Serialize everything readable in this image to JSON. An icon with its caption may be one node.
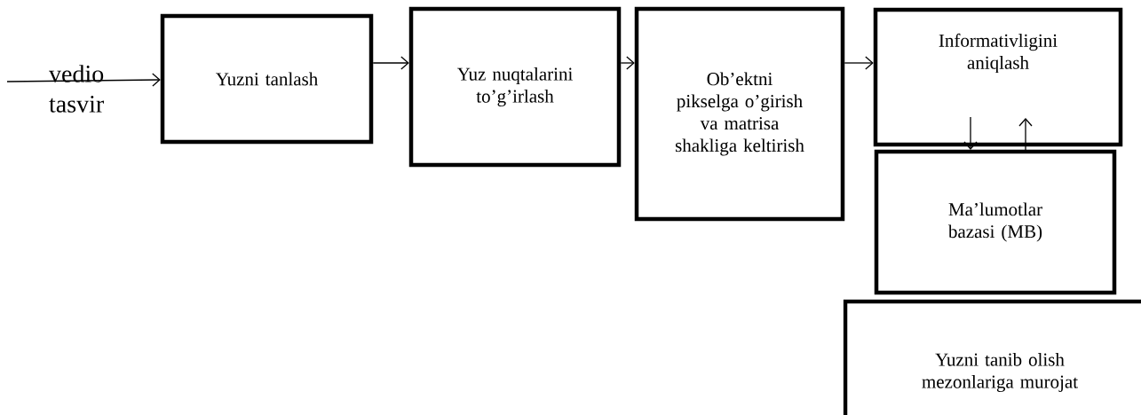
{
  "diagram": {
    "nodes": [
      {
        "text": [
          "vedio tasvir"
        ]
      },
      {
        "text": [
          "Yuzni tanlash"
        ]
      },
      {
        "text": [
          "Yuz nuqtalarini to’g’irlash"
        ]
      },
      {
        "text": [
          "Ob’ektni pikselga o’girish va matrisa shakliga keltirish"
        ]
      },
      {
        "text": [
          "Informativligini aniqlash"
        ]
      },
      {
        "text": [
          "Ma’lumotlar bazasi (MB)"
        ]
      },
      {
        "text": [
          "Yuzni tanib olish mezonlariga murojat"
        ]
      }
    ],
    "edges": [
      {
        "from": 0,
        "to": 1,
        "arrow": "to"
      },
      {
        "from": 1,
        "to": 2,
        "arrow": "to"
      },
      {
        "from": 2,
        "to": 3,
        "arrow": "to"
      },
      {
        "from": 3,
        "to": 4,
        "arrow": "to"
      },
      {
        "from": 4,
        "to": 5,
        "arrow": "to"
      },
      {
        "from": 5,
        "to": 4,
        "arrow": "to"
      }
    ]
  }
}
